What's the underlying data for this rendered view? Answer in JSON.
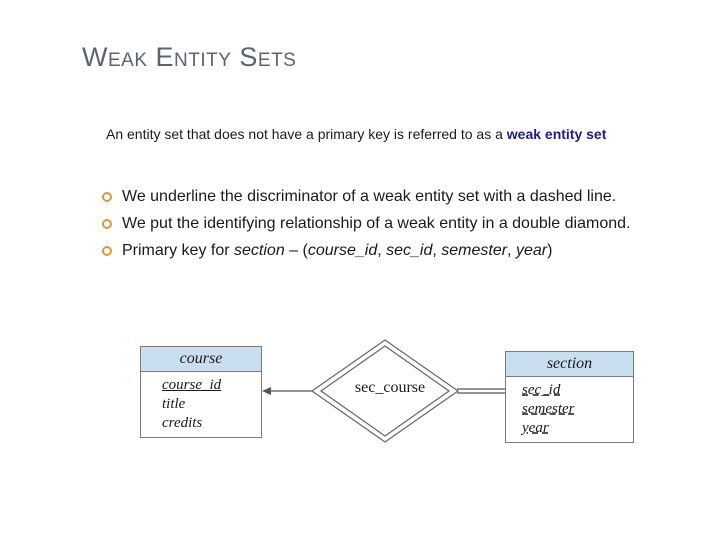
{
  "title": "Weak Entity Sets",
  "intro": {
    "text": "An entity set that does not have a primary key is referred to as a ",
    "highlight": "weak entity set",
    "highlight_color": "#1c1c8c"
  },
  "bullets": [
    {
      "text": "We underline the discriminator of a weak entity set  with a dashed line."
    },
    {
      "text": "We put the identifying relationship of a weak entity in a double diamond."
    },
    {
      "prefix": "Primary key for ",
      "entity": "section",
      "dash": " – (",
      "keys": [
        "course_id",
        "sec_id",
        "semester",
        "year"
      ],
      "close": ")"
    }
  ],
  "diagram": {
    "strong_entity": {
      "name": "course",
      "primary_key": [
        "course_id"
      ],
      "attributes": [
        "title",
        "credits"
      ]
    },
    "relationship": {
      "name": "sec_course",
      "identifying": true
    },
    "weak_entity": {
      "name": "section",
      "discriminator": [
        "sec_id",
        "semester",
        "year"
      ]
    },
    "header_color": "#c9dff0",
    "bullet_color": "#d49a3a"
  }
}
